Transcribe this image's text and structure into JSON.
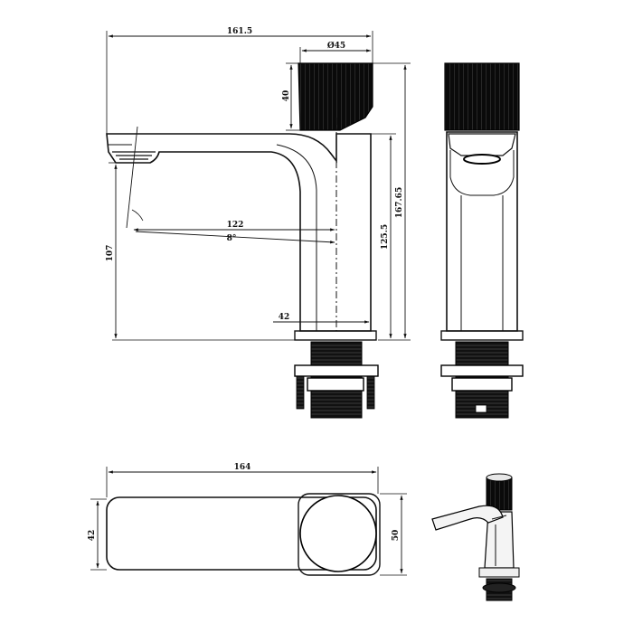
{
  "dimensions": {
    "overall_length": "161.5",
    "handle_diameter": "Ø45",
    "handle_height": "40",
    "total_height": "167.65",
    "body_height": "125.5",
    "spout_reach": "122",
    "spout_angle": "8°",
    "spout_clearance": "107",
    "body_width": "42",
    "plan_length": "164",
    "plan_width": "42",
    "plan_depth": "50"
  },
  "colors": {
    "line": "#111111",
    "handle": "#0a0a0a",
    "background": "#ffffff"
  }
}
